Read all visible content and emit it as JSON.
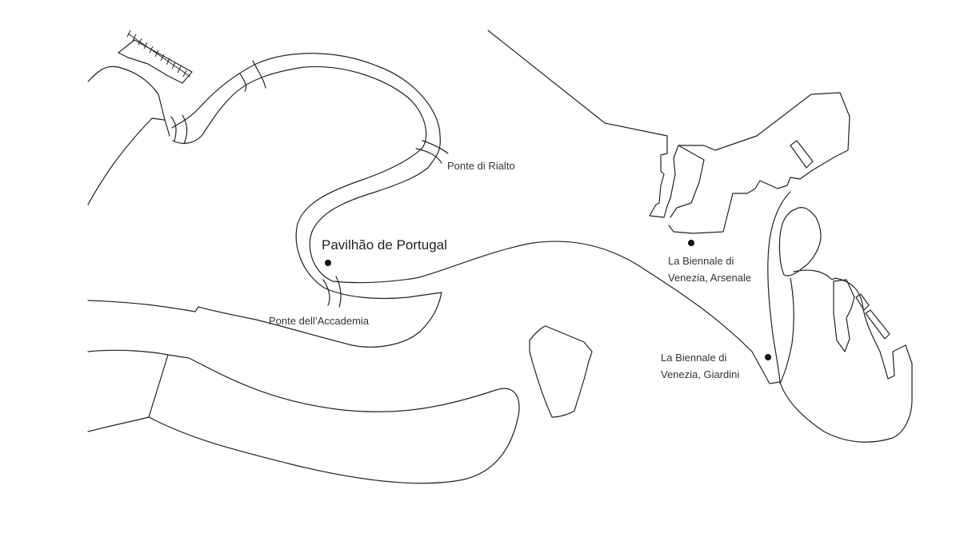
{
  "map": {
    "colors": {
      "line": "#222222",
      "background": "#ffffff",
      "marker": "#111111"
    },
    "labels": {
      "rialto": "Ponte di Rialto",
      "portugal": "Pavilhão de Portugal",
      "accademia": "Ponte dell’Accademia",
      "arsenale_line1": "La Biennale di",
      "arsenale_line2": "Venezia, Arsenale",
      "giardini_line1": "La Biennale di",
      "giardini_line2": "Venezia, Giardini"
    }
  }
}
